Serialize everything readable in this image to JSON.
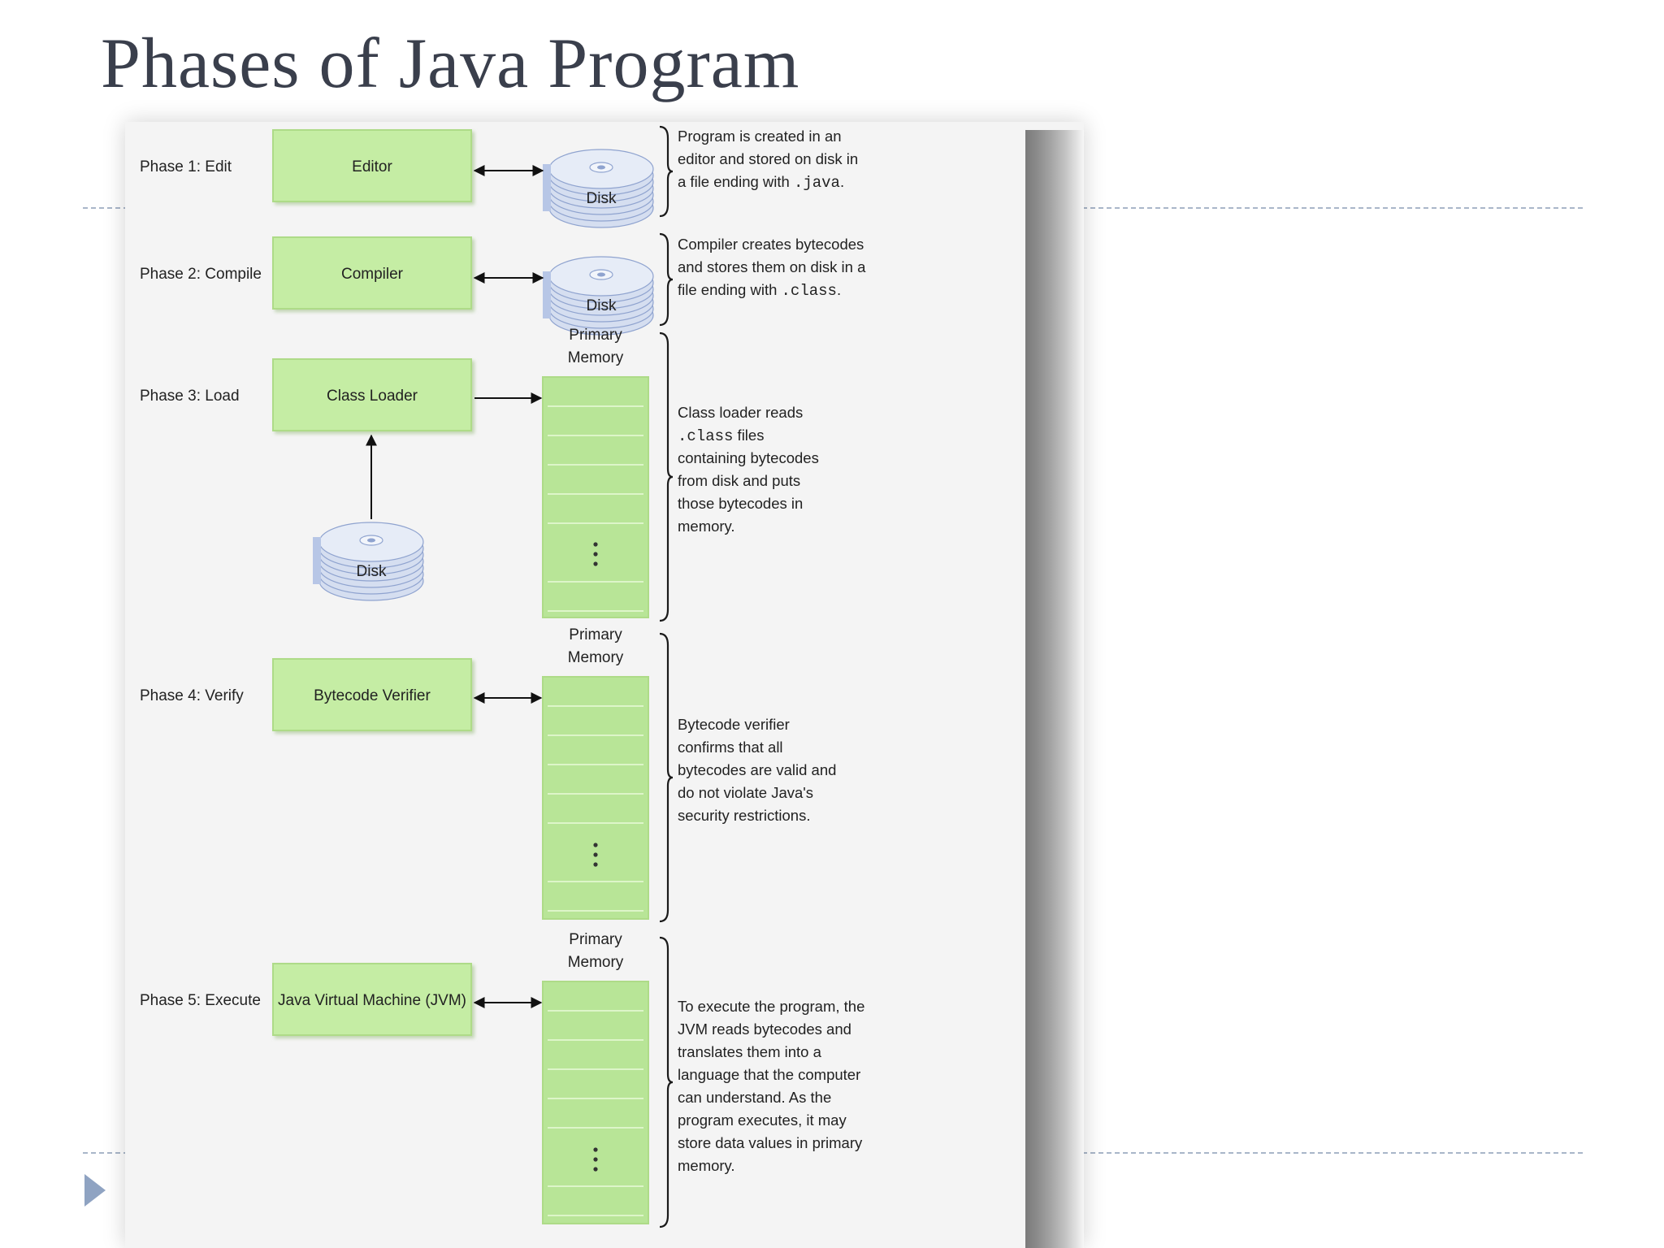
{
  "slide": {
    "title": "Phases of Java Program"
  },
  "phases": [
    {
      "label": "Phase 1: Edit",
      "box": "Editor",
      "device": "Disk",
      "desc": [
        [
          {
            "t": "Program is created in an"
          }
        ],
        [
          {
            "t": "editor and stored on disk in"
          }
        ],
        [
          {
            "t": "a file ending with "
          },
          {
            "t": ".java",
            "mono": true
          },
          {
            "t": "."
          }
        ]
      ]
    },
    {
      "label": "Phase 2: Compile",
      "box": "Compiler",
      "device": "Disk",
      "desc": [
        [
          {
            "t": "Compiler creates bytecodes"
          }
        ],
        [
          {
            "t": "and stores them on disk in a"
          }
        ],
        [
          {
            "t": "file ending with "
          },
          {
            "t": ".class",
            "mono": true
          },
          {
            "t": "."
          }
        ]
      ]
    },
    {
      "label": "Phase 3: Load",
      "box": "Class Loader",
      "device": "Disk",
      "memory_label": [
        "Primary",
        "Memory"
      ],
      "desc": [
        [
          {
            "t": "Class loader reads"
          }
        ],
        [
          {
            "t": ".class",
            "mono": true
          },
          {
            "t": " files"
          }
        ],
        [
          {
            "t": "containing bytecodes"
          }
        ],
        [
          {
            "t": "from disk and puts"
          }
        ],
        [
          {
            "t": "those bytecodes in"
          }
        ],
        [
          {
            "t": "memory."
          }
        ]
      ]
    },
    {
      "label": "Phase 4: Verify",
      "box": "Bytecode Verifier",
      "memory_label": [
        "Primary",
        "Memory"
      ],
      "desc": [
        [
          {
            "t": "Bytecode verifier"
          }
        ],
        [
          {
            "t": "confirms that all"
          }
        ],
        [
          {
            "t": "bytecodes are valid and"
          }
        ],
        [
          {
            "t": "do not violate Java's"
          }
        ],
        [
          {
            "t": "security restrictions."
          }
        ]
      ]
    },
    {
      "label": "Phase 5: Execute",
      "box": "Java Virtual Machine (JVM)",
      "memory_label": [
        "Primary",
        "Memory"
      ],
      "desc": [
        [
          {
            "t": "To execute the program, the"
          }
        ],
        [
          {
            "t": "JVM reads bytecodes and"
          }
        ],
        [
          {
            "t": "translates them into a"
          }
        ],
        [
          {
            "t": "language that the computer"
          }
        ],
        [
          {
            "t": "can understand. As the"
          }
        ],
        [
          {
            "t": "program executes, it may"
          }
        ],
        [
          {
            "t": "store data values in primary"
          }
        ],
        [
          {
            "t": "memory."
          }
        ]
      ]
    }
  ],
  "colors": {
    "box_fill": "#c5eda4",
    "box_stroke": "#aedb88",
    "memory_fill": "#b8e597",
    "memory_line": "#ddf5c9",
    "disk": "#d5def0",
    "disk_dark": "#8fa3cf",
    "text": "#222222"
  }
}
